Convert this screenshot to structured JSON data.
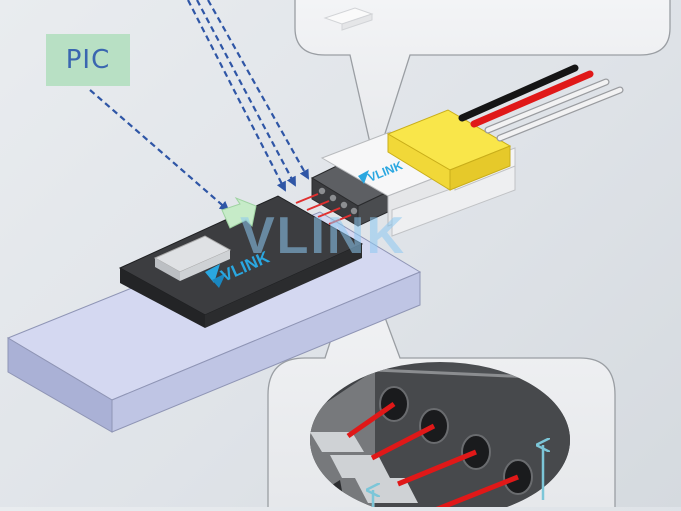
{
  "labels": {
    "pic": "PIC",
    "brand_chip": "VLINK",
    "brand_module": "VLINK",
    "watermark": "VLINK"
  },
  "colors": {
    "pic_label_bg": "#b8e0c4",
    "pic_label_text": "#3a66b0",
    "arrow_blue": "#2f56a6",
    "chip_body": "#2e2f31",
    "substrate": "#c5cbe8",
    "module_yellow": "#f4dc2c",
    "wire_red": "#e01818",
    "wire_black": "#151515",
    "brand_cyan": "#2aa7e0",
    "fiber_arrow": "#7cc6d8"
  },
  "icons": [
    "vlink-logo-chip",
    "vlink-logo-module",
    "green-arrow-icon"
  ]
}
